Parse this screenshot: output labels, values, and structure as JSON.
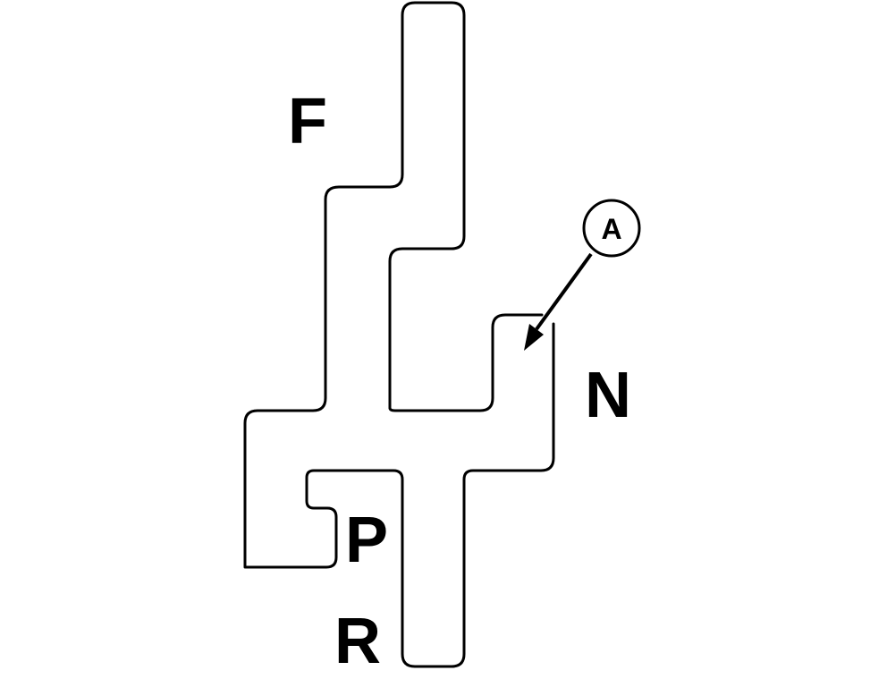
{
  "diagram": {
    "gear_labels": {
      "forward": "F",
      "neutral": "N",
      "park": "P",
      "reverse": "R"
    },
    "callout": {
      "label": "A"
    },
    "colors": {
      "line": "#000000",
      "background": "#ffffff"
    }
  }
}
